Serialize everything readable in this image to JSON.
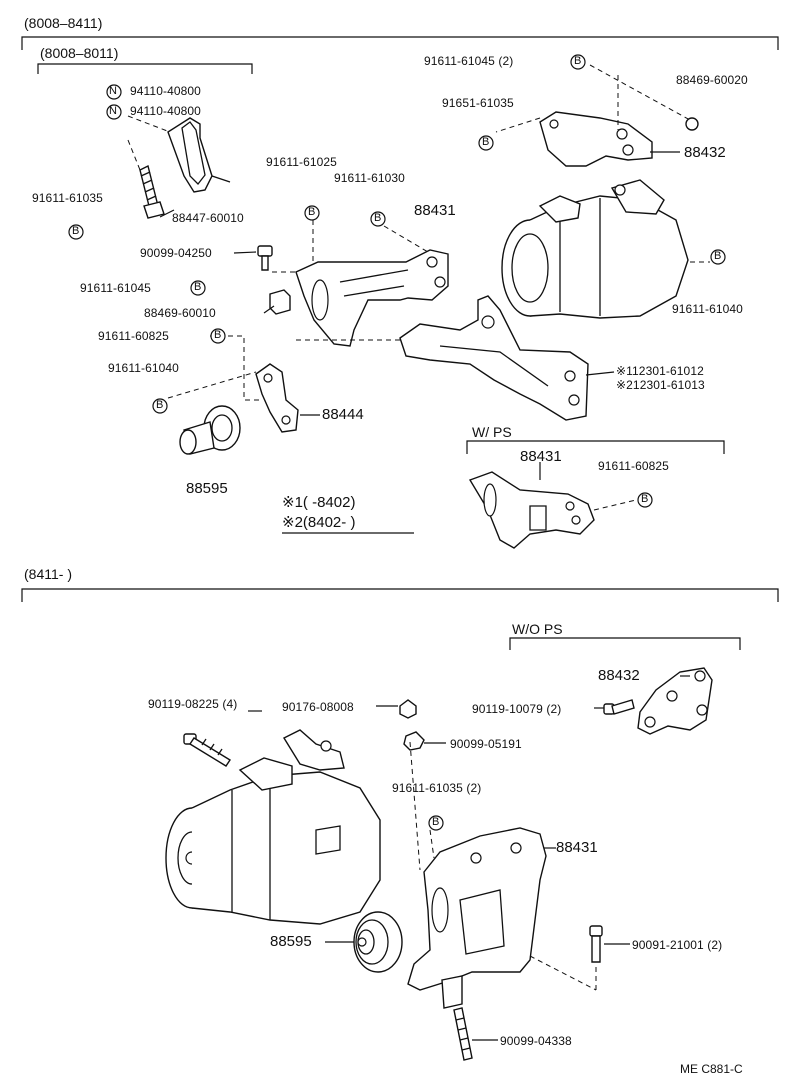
{
  "section_top": {
    "header": "(8008–8411)",
    "sub_header": "(8008–8011)",
    "labels": {
      "n1": "94110-40800",
      "n2": "94110-40800",
      "b_91611_61035": "91611-61035",
      "p_88447": "88447-60010",
      "p_90099_04250": "90099-04250",
      "b_91611_61045_left": "91611-61045",
      "p_88469_60010": "88469-60010",
      "b_91611_60825_left": "91611-60825",
      "b_91611_61040_left": "91611-61040",
      "p_88444": "88444",
      "p_88595": "88595",
      "b_91611_61025": "91611-61025",
      "b_91611_61030": "91611-61030",
      "p_88431": "88431",
      "b_91611_61045_top": "91611-61045 (2)",
      "p_88469_60020": "88469-60020",
      "b_91651_61035": "91651-61035",
      "p_88432": "88432",
      "b_91611_61040_right": "91611-61040",
      "p_112301_61012": "※112301-61012",
      "p_212301_61013": "※212301-61013",
      "note1": "※1(        -8402)",
      "note2": "※2(8402-          )"
    },
    "wps": {
      "header": "W/ PS",
      "p_88431": "88431",
      "b_91611_60825": "91611-60825"
    }
  },
  "section_bottom": {
    "header": "(8411-        )",
    "wops": {
      "header": "W/O PS",
      "p_88432": "88432",
      "b_90119_10079": "90119-10079 (2)"
    },
    "labels": {
      "p_90119_08225": "90119-08225 (4)",
      "p_90176_08008": "90176-08008",
      "p_90099_05191": "90099-05191",
      "b_91611_61035": "91611-61035 (2)",
      "p_88431": "88431",
      "p_88595": "88595",
      "p_90091_21001": "90091-21001 (2)",
      "p_90099_04338": "90099-04338"
    }
  },
  "markers": {
    "b": "B",
    "n": "N"
  },
  "footer_ref": "ME  C881-C"
}
